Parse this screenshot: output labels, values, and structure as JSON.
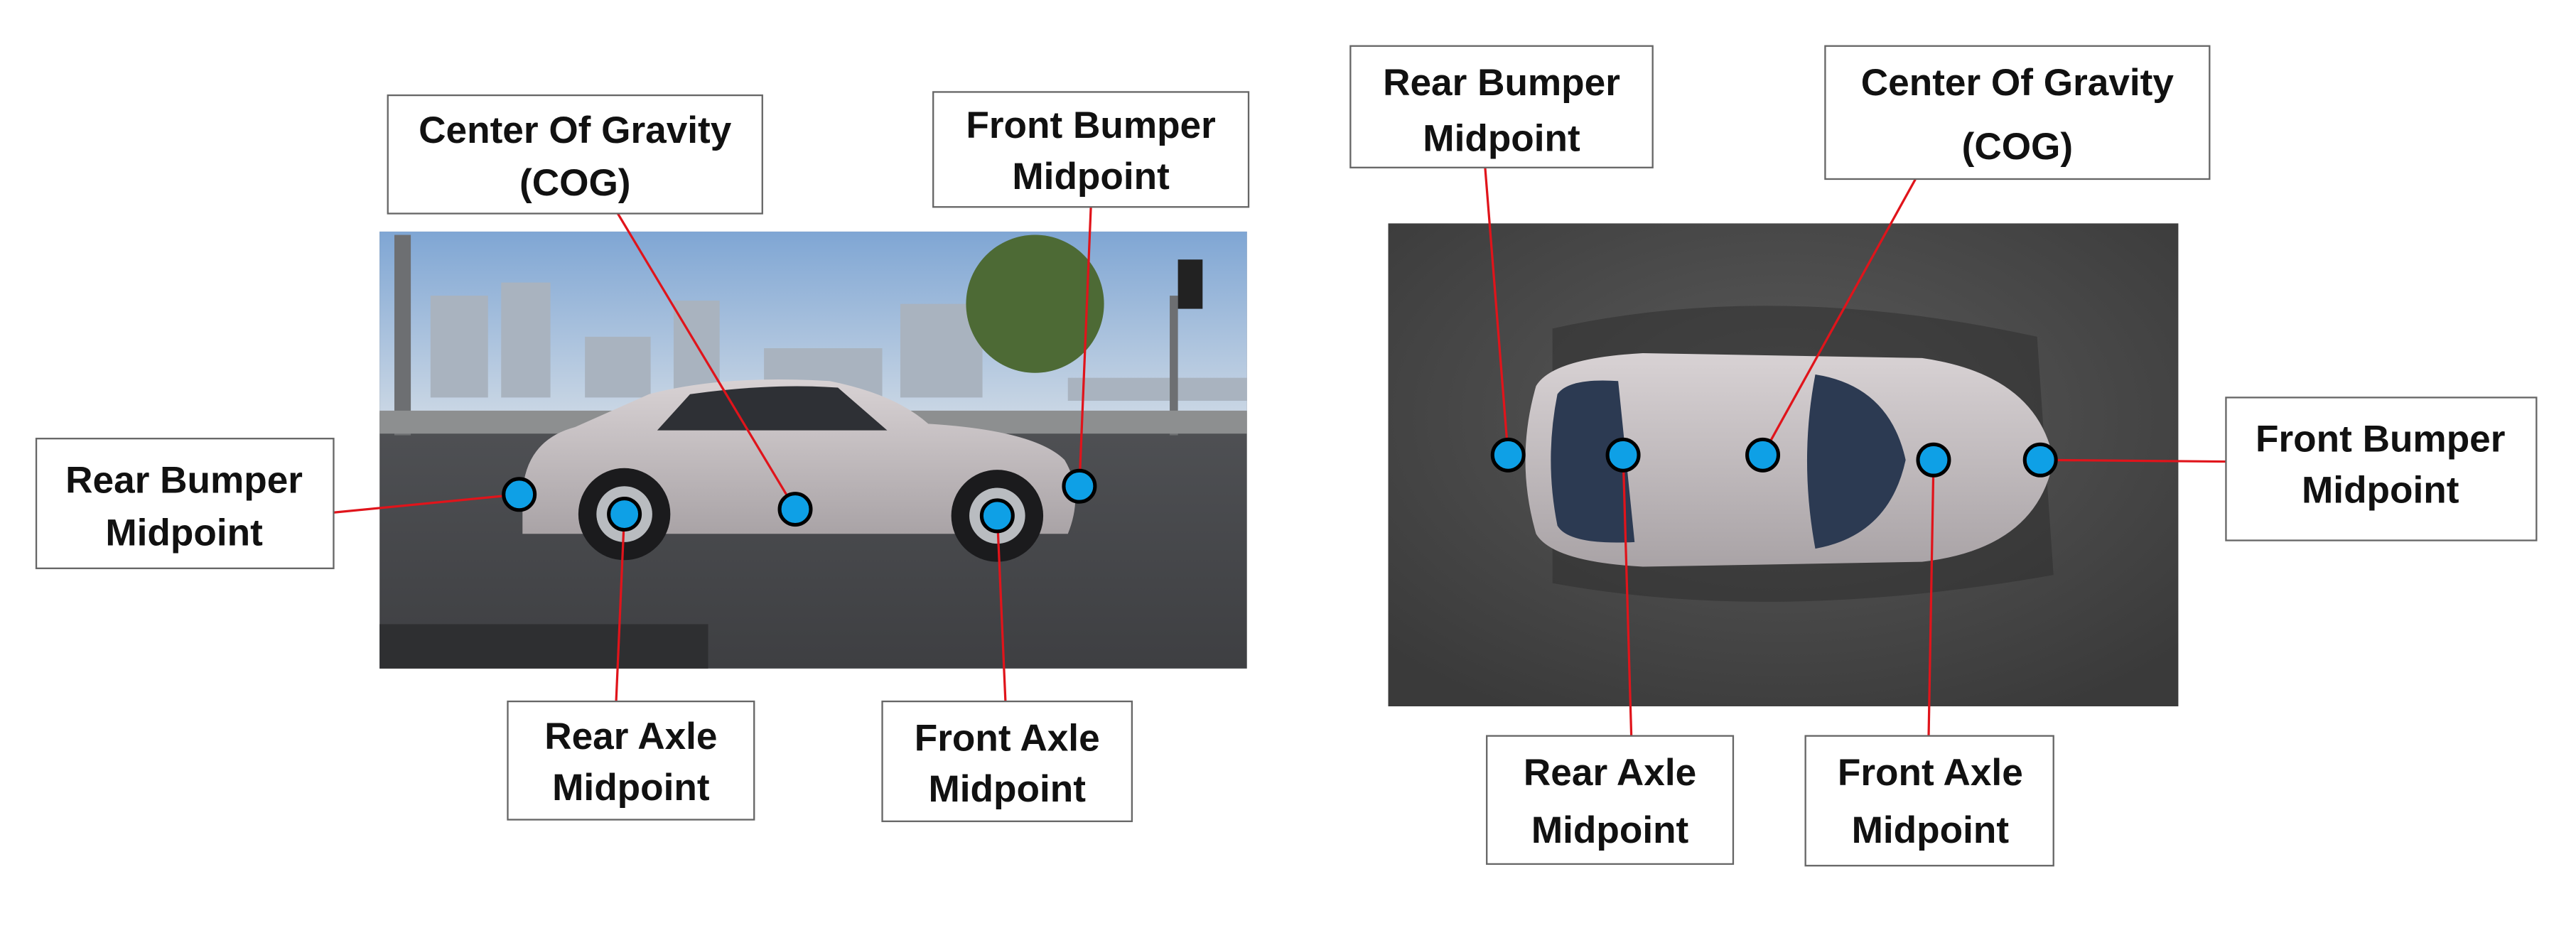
{
  "colors": {
    "marker": "#0ea0e6",
    "leader_line": "#e0141b"
  },
  "side_view": {
    "labels": {
      "cog": [
        "Center Of Gravity",
        "(COG)"
      ],
      "front_bumper": [
        "Front Bumper",
        "Midpoint"
      ],
      "rear_bumper": [
        "Rear Bumper",
        "Midpoint"
      ],
      "rear_axle": [
        "Rear Axle",
        "Midpoint"
      ],
      "front_axle": [
        "Front Axle",
        "Midpoint"
      ]
    }
  },
  "top_view": {
    "labels": {
      "rear_bumper": [
        "Rear Bumper",
        "Midpoint"
      ],
      "cog": [
        "Center Of Gravity",
        "(COG)"
      ],
      "front_bumper": [
        "Front Bumper",
        "Midpoint"
      ],
      "rear_axle": [
        "Rear Axle",
        "Midpoint"
      ],
      "front_axle": [
        "Front Axle",
        "Midpoint"
      ]
    }
  }
}
